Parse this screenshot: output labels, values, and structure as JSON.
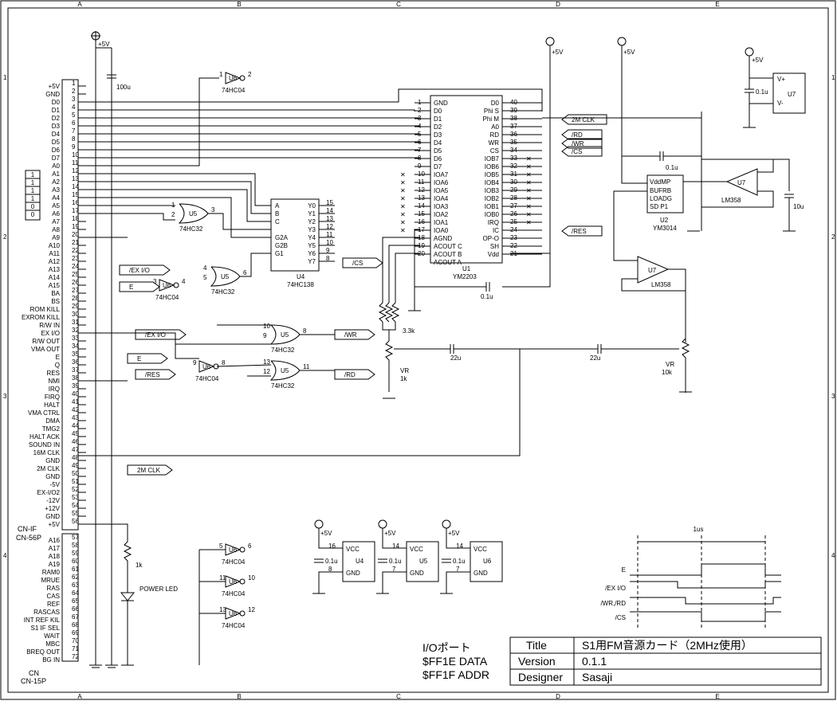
{
  "frame": {
    "cols": [
      "A",
      "B",
      "C",
      "D",
      "E"
    ],
    "rows": [
      "1",
      "2",
      "3",
      "4"
    ]
  },
  "power": {
    "v5": "+5V",
    "c100": "100u"
  },
  "connector": {
    "pins_left": [
      "+5V",
      "GND",
      "D0",
      "D1",
      "D2",
      "D3",
      "D4",
      "D5",
      "D6",
      "D7",
      "A0",
      "A1",
      "A2",
      "A3",
      "A4",
      "A5",
      "A6",
      "A7",
      "A8",
      "A9",
      "A10",
      "A11",
      "A12",
      "A13",
      "A14",
      "A15",
      "BA",
      "BS",
      "ROM KILL",
      "EXROM KILL",
      "R/W IN",
      "EX I/O",
      "R/W OUT",
      "VMA OUT",
      "E",
      "Q",
      "RES",
      "NMI",
      "IRQ",
      "FIRQ",
      "HALT",
      "VMA CTRL",
      "DMA",
      "TMG2",
      "HALT ACK",
      "SOUND IN",
      "16M CLK",
      "GND",
      "2M CLK",
      "GND",
      "-5V",
      "EX-I/O2",
      "-12V",
      "+12V",
      "GND",
      "+5V"
    ],
    "pins_left2": [
      "A16",
      "A17",
      "A18",
      "A19",
      "RAM0",
      "MRUE",
      "RAS",
      "CAS",
      "REF",
      "RASCAS",
      "INT REF KIL",
      "S1 IF SEL",
      "WAIT",
      "MBC",
      "BREQ OUT",
      "BG IN"
    ],
    "name1": "CN-IF",
    "name1b": "CN-56P",
    "name2": "CN",
    "name2b": "CN-15P"
  },
  "dip": [
    "1",
    "1",
    "1",
    "1",
    "0",
    "0"
  ],
  "u1": {
    "name": "U1",
    "part": "YM2203",
    "left": [
      "GND",
      "D0",
      "D1",
      "D2",
      "D3",
      "D4",
      "D5",
      "D6",
      "D7",
      "IOA7",
      "IOA6",
      "IOA5",
      "IOA4",
      "IOA3",
      "IOA2",
      "IOA1",
      "IOA0",
      "AGND",
      "ACOUT C",
      "ACOUT B",
      "ACOUT A"
    ],
    "left_no": [
      "1",
      "2",
      "3",
      "4",
      "5",
      "6",
      "7",
      "8",
      "9",
      "10",
      "11",
      "12",
      "13",
      "14",
      "15",
      "16",
      "17",
      "18",
      "19",
      "20"
    ],
    "right": [
      "D0",
      "Phi S",
      "Phi M",
      "A0",
      "RD",
      "WR",
      "CS",
      "IOB7",
      "IOB6",
      "IOB5",
      "IOB4",
      "IOB3",
      "IOB2",
      "IOB1",
      "IOB0",
      "IRQ",
      "IC",
      "OP-O",
      "SH",
      "Vdd"
    ],
    "right_no": [
      "40",
      "39",
      "38",
      "37",
      "36",
      "35",
      "34",
      "33",
      "32",
      "31",
      "30",
      "29",
      "28",
      "27",
      "26",
      "25",
      "24",
      "23",
      "22",
      "21"
    ]
  },
  "u2": {
    "name": "U2",
    "part": "YM3014",
    "pins": [
      "VddMP",
      "BUFRB",
      "LOADG",
      "SD  P1"
    ],
    "cap": "0.1u"
  },
  "u4": {
    "name": "U4",
    "part": "74HC138",
    "in": [
      "A",
      "B",
      "C",
      "G2A",
      "G2B",
      "G1"
    ],
    "out": [
      "Y0",
      "Y1",
      "Y2",
      "Y3",
      "Y4",
      "Y5",
      "Y6",
      "Y7"
    ]
  },
  "u7": {
    "name": "U7",
    "part": "LM358",
    "vp": "V+",
    "vm": "V-",
    "cap": "0.1u",
    "c10": "10u"
  },
  "labels": {
    "clk": "2M CLK",
    "rd": "/RD",
    "wr": "/WR",
    "cs": "/CS",
    "res": "/RES",
    "exio": "/EX I/O",
    "e": "E",
    "ic_74hc04": "74HC04",
    "ic_74hc32": "74HC32",
    "u5": "U5",
    "u6": "U6",
    "r33": "3.3k",
    "r1k": "1k",
    "vr": "VR",
    "vr1k": "1k",
    "vr10k": "10k",
    "c22": "22u",
    "c01": "0.1u",
    "led": "POWER LED",
    "vcc": "VCC",
    "gnd": "GND"
  },
  "timing": {
    "scale": "1us",
    "signals": [
      "E",
      "/EX I/O",
      "/WR,/RD",
      "/CS"
    ]
  },
  "note": {
    "l1": "I/Oポート",
    "l2": "$FF1E DATA",
    "l3": "$FF1F ADDR"
  },
  "titleblock": {
    "k1": "Title",
    "v1": "S1用FM音源カード（2MHz使用）",
    "k2": "Version",
    "v2": "0.1.1",
    "k3": "Designer",
    "v3": "Sasaji"
  }
}
